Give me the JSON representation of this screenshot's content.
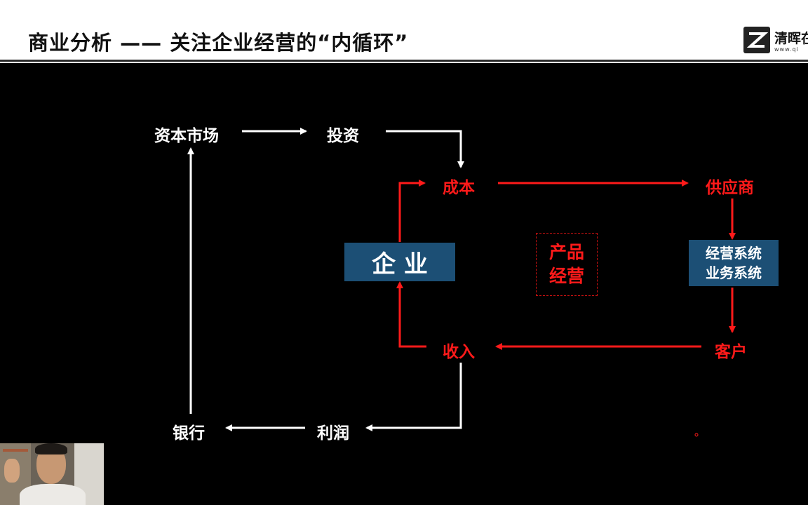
{
  "header": {
    "title": "商业分析 —— 关注企业经营的“内循环”",
    "logo_text": "清晖在",
    "logo_url": "www.qi"
  },
  "diagram": {
    "nodes": {
      "capital_market": "资本市场",
      "investment": "投资",
      "cost": "成本",
      "supplier": "供应商",
      "enterprise": "企 业",
      "product_ops_line1": "产品",
      "product_ops_line2": "经营",
      "system_line1": "经营系统",
      "system_line2": "业务系统",
      "customer": "客户",
      "revenue": "收入",
      "profit": "利润",
      "bank": "银行"
    }
  },
  "colors": {
    "background": "#000000",
    "white_flow": "#ffffff",
    "red_flow": "#ff1a1a",
    "box_fill": "#1c4f75"
  }
}
